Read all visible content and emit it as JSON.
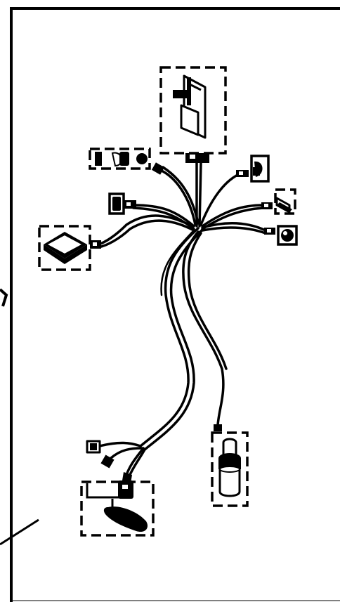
{
  "diagram": {
    "components": [
      {
        "id": "control-module",
        "icon": "control-module-icon"
      },
      {
        "id": "dual-connector-top-left",
        "icon": "dual-connector-icon"
      },
      {
        "id": "connector-left-small",
        "icon": "plug-connector-icon"
      },
      {
        "id": "display-unit-left",
        "icon": "display-unit-icon"
      },
      {
        "id": "connector-right-upper",
        "icon": "plug-connector-icon"
      },
      {
        "id": "connector-right-middle",
        "icon": "plug-connector-icon"
      },
      {
        "id": "connector-right-lower",
        "icon": "plug-connector-icon"
      },
      {
        "id": "connector-bottom-left",
        "icon": "plug-connector-icon"
      },
      {
        "id": "bracket-assembly-bottom-left",
        "icon": "bracket-assembly-icon"
      },
      {
        "id": "cylinder-sensor-bottom-right",
        "icon": "cylinder-sensor-icon"
      }
    ],
    "colors": {
      "line": "#000000",
      "background": "#ffffff"
    }
  }
}
